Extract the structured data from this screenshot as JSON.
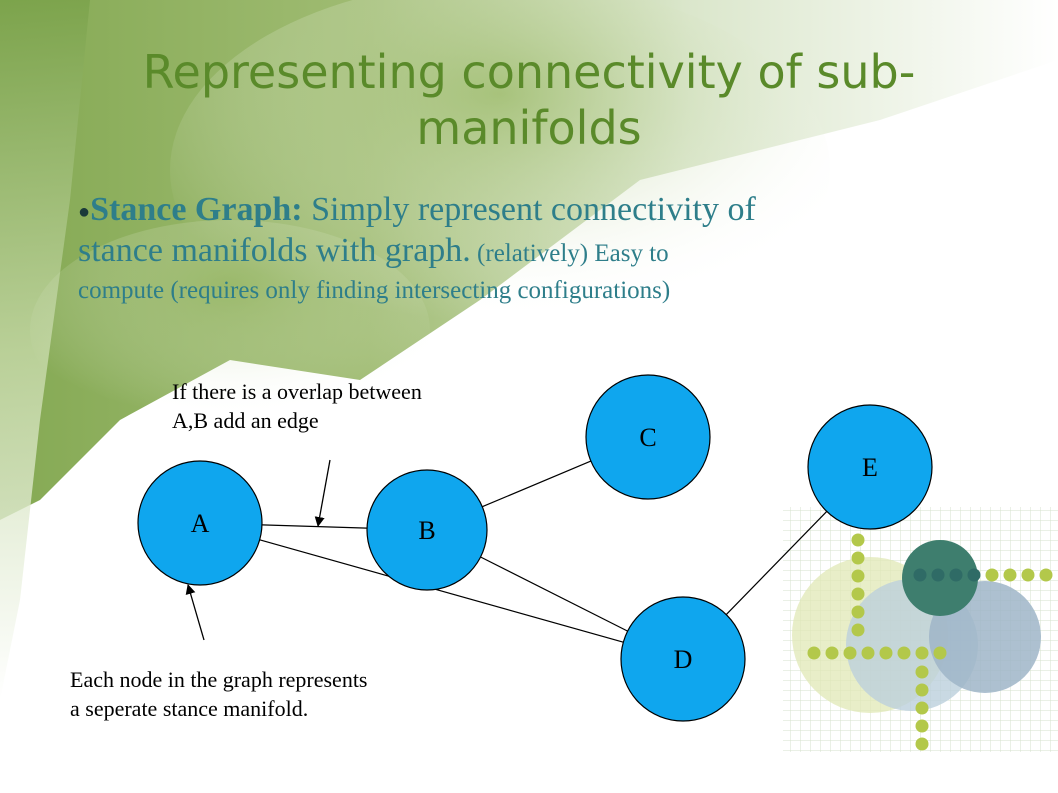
{
  "slide": {
    "title_line1": "Representing connectivity of sub-",
    "title_line2": "manifolds",
    "bullet": {
      "term": "Stance Graph:",
      "sentence1": "Simply represent connectivity of",
      "sentence1_cont": "stance manifolds with graph.",
      "sentence2_start": "(relatively) Easy to",
      "sentence2_end": "compute (requires only finding intersecting configurations)"
    },
    "colors": {
      "title": "#5a8a2a",
      "body_text": "#2e7e8a",
      "node_fill": "#0fa6ee",
      "edge": "#000000"
    }
  },
  "diagram": {
    "nodes": [
      {
        "id": "A",
        "label": "A"
      },
      {
        "id": "B",
        "label": "B"
      },
      {
        "id": "C",
        "label": "C"
      },
      {
        "id": "D",
        "label": "D"
      },
      {
        "id": "E",
        "label": "E"
      }
    ],
    "edges": [
      {
        "from": "A",
        "to": "B"
      },
      {
        "from": "B",
        "to": "C"
      },
      {
        "from": "B",
        "to": "D"
      },
      {
        "from": "A",
        "to": "D"
      },
      {
        "from": "D",
        "to": "E"
      }
    ],
    "annotations": {
      "overlap_line1": "If there is a overlap between",
      "overlap_line2": "A,B add an edge",
      "node_line1": "Each node in the graph represents",
      "node_line2": "a seperate stance manifold."
    }
  }
}
